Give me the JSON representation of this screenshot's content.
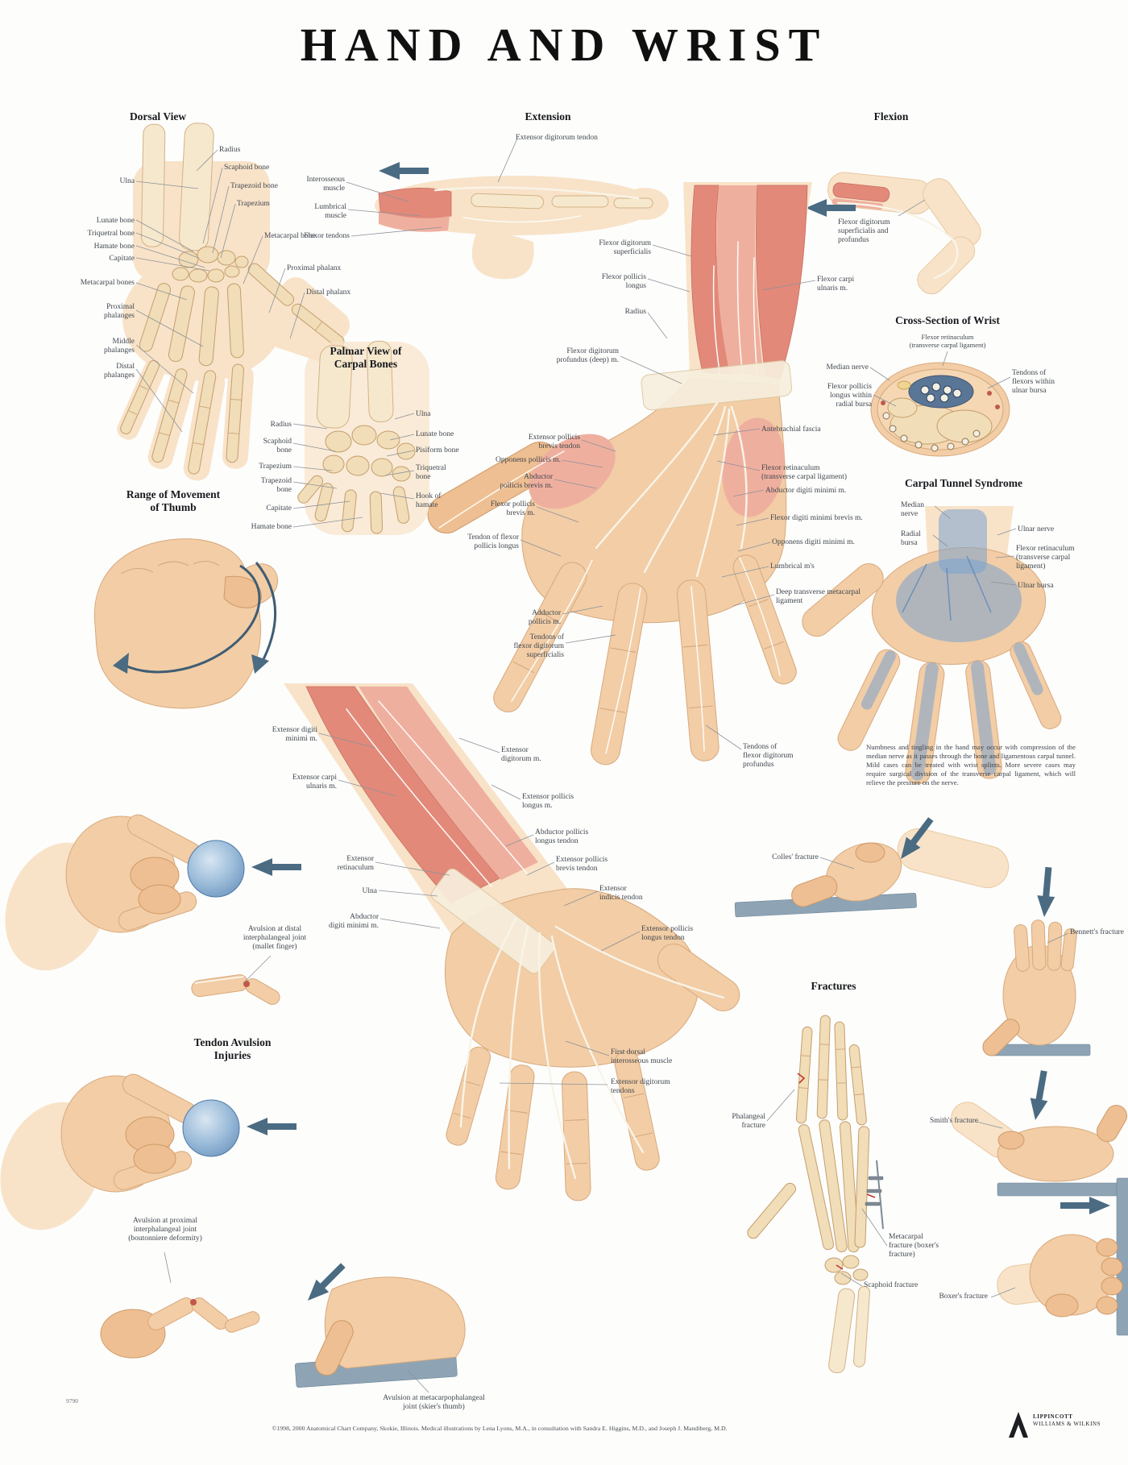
{
  "title": "HAND AND WRIST",
  "dorsal_view": {
    "heading": "Dorsal View",
    "labels_left": [
      "Ulna",
      "Lunate bone",
      "Triquetral bone",
      "Hamate bone",
      "Capitate",
      "Metacarpal bones",
      "Proximal\nphalanges",
      "Middle\nphalanges",
      "Distal\nphalanges"
    ],
    "labels_right": [
      "Radius",
      "Scaphoid bone",
      "Trapezoid bone",
      "Trapezium",
      "Metacarpal bone",
      "Proximal phalanx",
      "Distal phalanx"
    ]
  },
  "extension": {
    "heading": "Extension",
    "labels": [
      "Extensor digitorum tendon",
      "Interosseous\nmuscle",
      "Lumbrical\nmuscle",
      "Flexor tendons"
    ]
  },
  "flexion": {
    "heading": "Flexion",
    "labels": [
      "Flexor digitorum\nsuperficialis and\nprofundus"
    ]
  },
  "palmar_hand": {
    "labels_left": [
      "Flexor digitorum\nsuperficialis",
      "Flexor pollicis\nlongus",
      "Radius",
      "Flexor digitorum\nprofundus (deep) m.",
      "Extensor pollicis\nbrevis tendon",
      "Opponens pollicis m.",
      "Abductor\npollicis brevis m.",
      "Flexor pollicis\nbrevis m.",
      "Tendon of flexor\npollicis longus",
      "Adductor\npollicis m.",
      "Tendons of\nflexor digitorum\nsuperficialis"
    ],
    "labels_right": [
      "Flexor carpi\nulnaris m.",
      "Antebrachial fascia",
      "Flexor retinaculum\n(transverse carpal ligament)",
      "Abductor digiti minimi m.",
      "Flexor digiti minimi brevis m.",
      "Opponens digiti minimi m.",
      "Lumbrical m's",
      "Deep transverse metacarpal\nligament",
      "Tendons of\nflexor digitorum\nprofundus"
    ]
  },
  "cross_section": {
    "heading": "Cross-Section of Wrist",
    "subheading": "Flexor retinaculum\n(transverse carpal ligament)",
    "labels_left": [
      "Median nerve",
      "Flexor pollicis\nlongus within\nradial bursa"
    ],
    "labels_right": [
      "Tendons of\nflexors within\nulnar bursa"
    ]
  },
  "palmar_carpal": {
    "heading": "Palmar View of\nCarpal Bones",
    "labels_left": [
      "Radius",
      "Scaphoid\nbone",
      "Trapezium",
      "Trapezoid\nbone",
      "Capitate",
      "Hamate bone"
    ],
    "labels_right": [
      "Ulna",
      "Lunate bone",
      "Pisiform bone",
      "Triquetral\nbone",
      "Hook of\nhamate"
    ]
  },
  "thumb_rom": {
    "heading": "Range of Movement\nof Thumb"
  },
  "carpal_tunnel": {
    "heading": "Carpal Tunnel Syndrome",
    "labels": [
      "Median\nnerve",
      "Radial\nbursa",
      "Ulnar nerve",
      "Flexor retinaculum\n(transverse carpal\nligament)",
      "Ulnar bursa"
    ],
    "paragraph": "Numbness and tingling in the hand may occur with compression of the median nerve as it passes through the bone and ligamentous carpal tunnel. Mild cases can be treated with wrist splints. More severe cases may require surgical division of the transverse carpal ligament, which will relieve the pressure on the nerve."
  },
  "dorsal_hand": {
    "labels_left": [
      "Extensor digiti\nminimi m.",
      "Extensor carpi\nulnaris m.",
      "Extensor\nretinaculum",
      "Ulna",
      "Abductor\ndigiti minimi m."
    ],
    "labels_right": [
      "Extensor\ndigitorum m.",
      "Extensor pollicis\nlongus m.",
      "Abductor pollicis\nlongus tendon",
      "Extensor pollicis\nbrevis tendon",
      "Extensor\nindicis tendon",
      "Extensor pollicis\nlongus tendon",
      "First dorsal\ninterosseous muscle",
      "Extensor digitorum\ntendons"
    ]
  },
  "avulsion": {
    "heading": "Tendon Avulsion\nInjuries",
    "labels": [
      "Avulsion at distal\ninterphalangeal joint\n(mallet finger)",
      "Avulsion at proximal\ninterphalangeal joint\n(boutonniere deformity)",
      "Avulsion at metacarpophalangeal\njoint (skier's thumb)"
    ]
  },
  "fractures": {
    "heading": "Fractures",
    "labels": [
      "Colles' fracture",
      "Bennett's fracture",
      "Smith's fracture",
      "Phalangeal\nfracture",
      "Metacarpal\nfracture (boxer's\nfracture)",
      "Scaphoid fracture",
      "Boxer's fracture"
    ]
  },
  "footer": {
    "item_no": "9790",
    "copyright": "©1998, 2000 Anatomical Chart Company, Skokie, Illinois. Medical illustrations by Lena Lyons, M.A., in consultation with Sandra E. Higgins, M.D., and Joseph J. Mandiberg, M.D.",
    "publisher_line1": "LIPPINCOTT",
    "publisher_line2": "WILLIAMS & WILKINS"
  },
  "colors": {
    "accent_arrow": "#4a6b82",
    "muscle": "#e2897a",
    "bone": "#f1ddb8",
    "bursa_blue": "#7aa3cd",
    "slab": "#8ea4b5"
  }
}
